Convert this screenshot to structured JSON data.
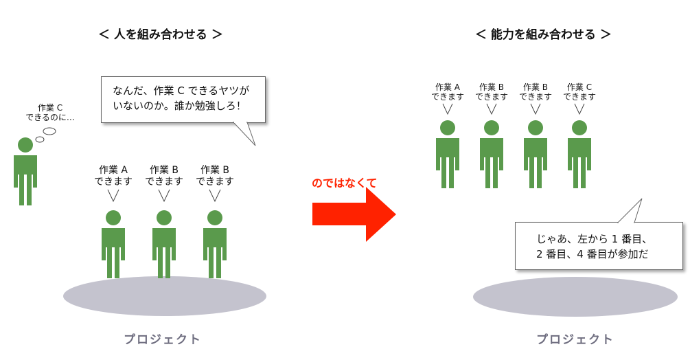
{
  "left": {
    "heading": "＜ 人を組み合わせる ＞",
    "speech": {
      "line1": "なんだ、作業 C できるヤツが",
      "line2": "いないのか。誰か勉強しろ！"
    },
    "thought": {
      "line1": "作業 C",
      "line2": "できるのに…"
    },
    "workers": [
      {
        "task": "作業 A",
        "can": "できます"
      },
      {
        "task": "作業 B",
        "can": "できます"
      },
      {
        "task": "作業 B",
        "can": "できます"
      }
    ],
    "project": "プロジェクト"
  },
  "middle": {
    "caption": "のではなくて"
  },
  "right": {
    "heading": "＜ 能力を組み合わせる ＞",
    "workers": [
      {
        "task": "作業 A",
        "can": "できます"
      },
      {
        "task": "作業 B",
        "can": "できます"
      },
      {
        "task": "作業 B",
        "can": "できます"
      },
      {
        "task": "作業 C",
        "can": "できます"
      }
    ],
    "speech": {
      "line1": "じゃあ、左から 1 番目、",
      "line2": "2 番目、4 番目が参加だ"
    },
    "project": "プロジェクト"
  },
  "colors": {
    "figure": "#5a9a4c",
    "arrow": "#ff2200",
    "ellipse": "#c4c3ce",
    "project_text": "#6f6e80"
  },
  "icons": [
    "person-icon",
    "right-arrow-icon",
    "speech-bubble",
    "thought-bubble"
  ]
}
